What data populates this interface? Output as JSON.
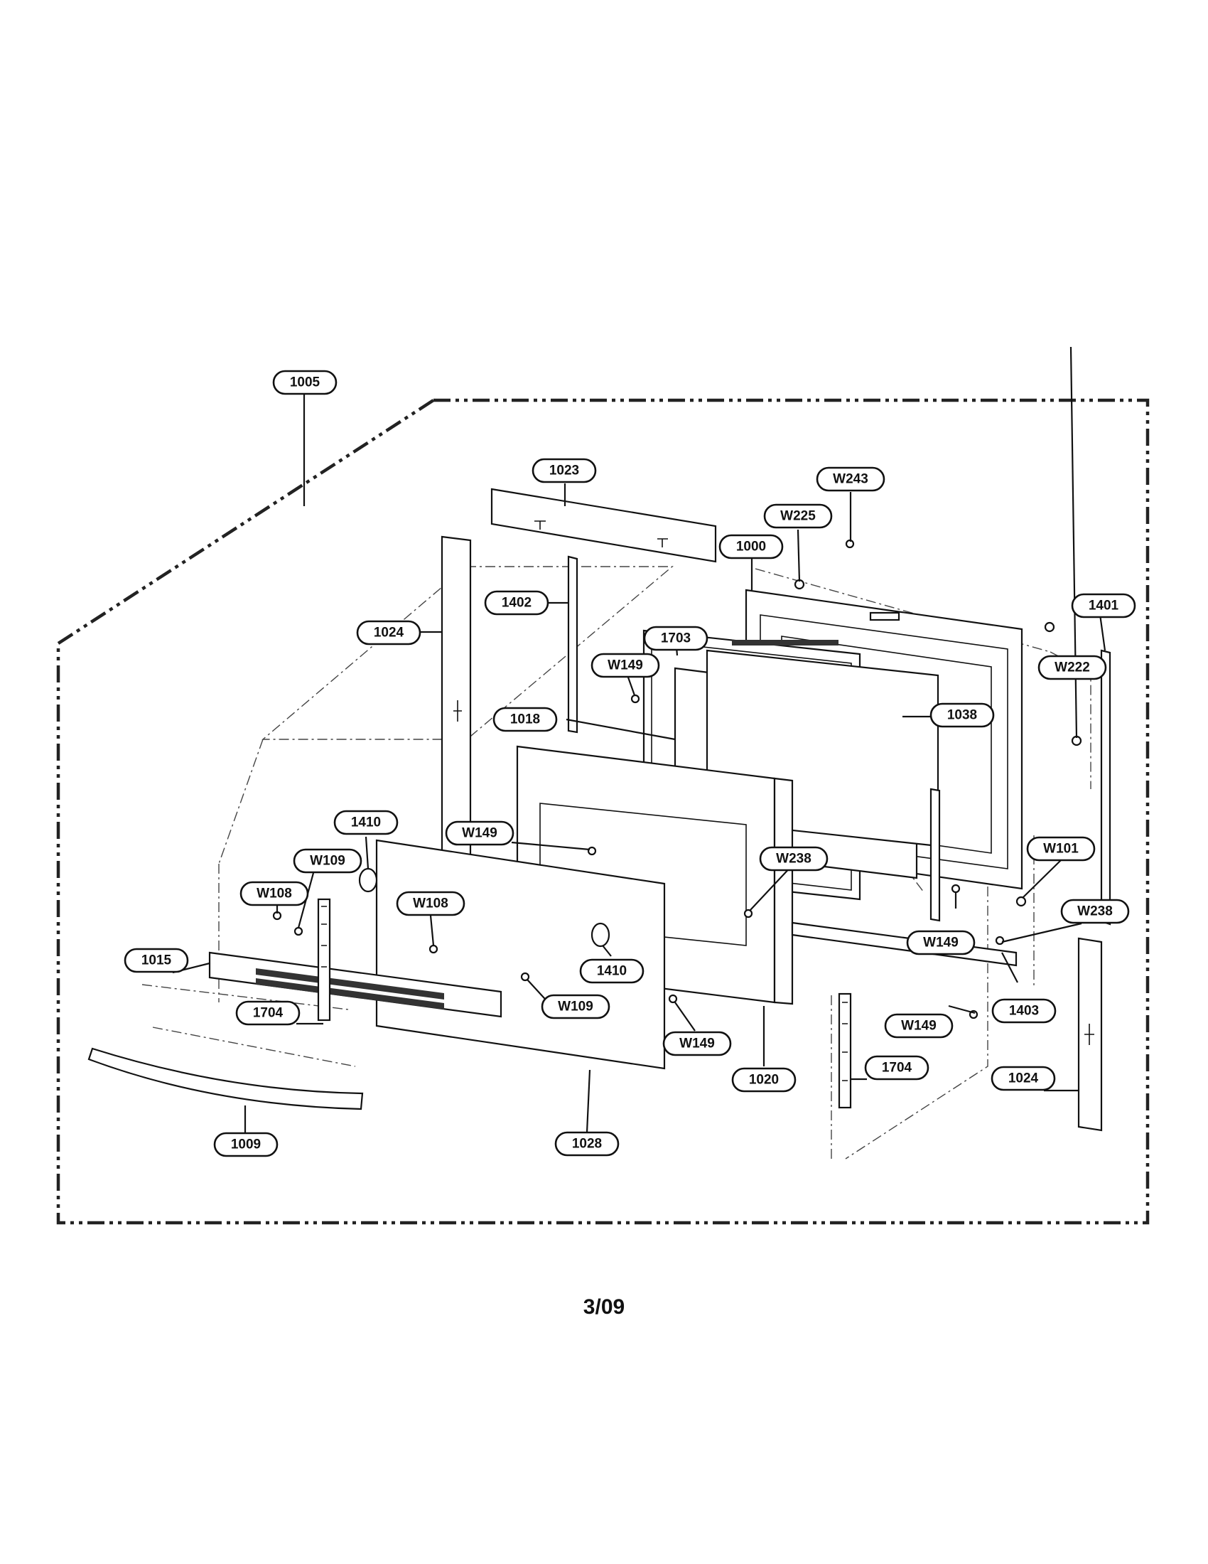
{
  "page_number": "3/09",
  "callouts": [
    {
      "id": "c-1005",
      "label": "1005"
    },
    {
      "id": "c-1023",
      "label": "1023"
    },
    {
      "id": "c-W243",
      "label": "W243"
    },
    {
      "id": "c-W225",
      "label": "W225"
    },
    {
      "id": "c-1000",
      "label": "1000"
    },
    {
      "id": "c-1402",
      "label": "1402"
    },
    {
      "id": "c-1401",
      "label": "1401"
    },
    {
      "id": "c-1024a",
      "label": "1024"
    },
    {
      "id": "c-1703",
      "label": "1703"
    },
    {
      "id": "c-W149a",
      "label": "W149"
    },
    {
      "id": "c-W222",
      "label": "W222"
    },
    {
      "id": "c-1018",
      "label": "1018"
    },
    {
      "id": "c-1038",
      "label": "1038"
    },
    {
      "id": "c-1410a",
      "label": "1410"
    },
    {
      "id": "c-W149b",
      "label": "W149"
    },
    {
      "id": "c-W101",
      "label": "W101"
    },
    {
      "id": "c-W109a",
      "label": "W109"
    },
    {
      "id": "c-W238a",
      "label": "W238"
    },
    {
      "id": "c-W108a",
      "label": "W108"
    },
    {
      "id": "c-W108b",
      "label": "W108"
    },
    {
      "id": "c-W238b",
      "label": "W238"
    },
    {
      "id": "c-W149c",
      "label": "W149"
    },
    {
      "id": "c-1015",
      "label": "1015"
    },
    {
      "id": "c-1410b",
      "label": "1410"
    },
    {
      "id": "c-W109b",
      "label": "W109"
    },
    {
      "id": "c-1704a",
      "label": "1704"
    },
    {
      "id": "c-1403",
      "label": "1403"
    },
    {
      "id": "c-W149d",
      "label": "W149"
    },
    {
      "id": "c-W149e",
      "label": "W149"
    },
    {
      "id": "c-1020",
      "label": "1020"
    },
    {
      "id": "c-1704b",
      "label": "1704"
    },
    {
      "id": "c-1024b",
      "label": "1024"
    },
    {
      "id": "c-1009",
      "label": "1009"
    },
    {
      "id": "c-1028",
      "label": "1028"
    }
  ]
}
